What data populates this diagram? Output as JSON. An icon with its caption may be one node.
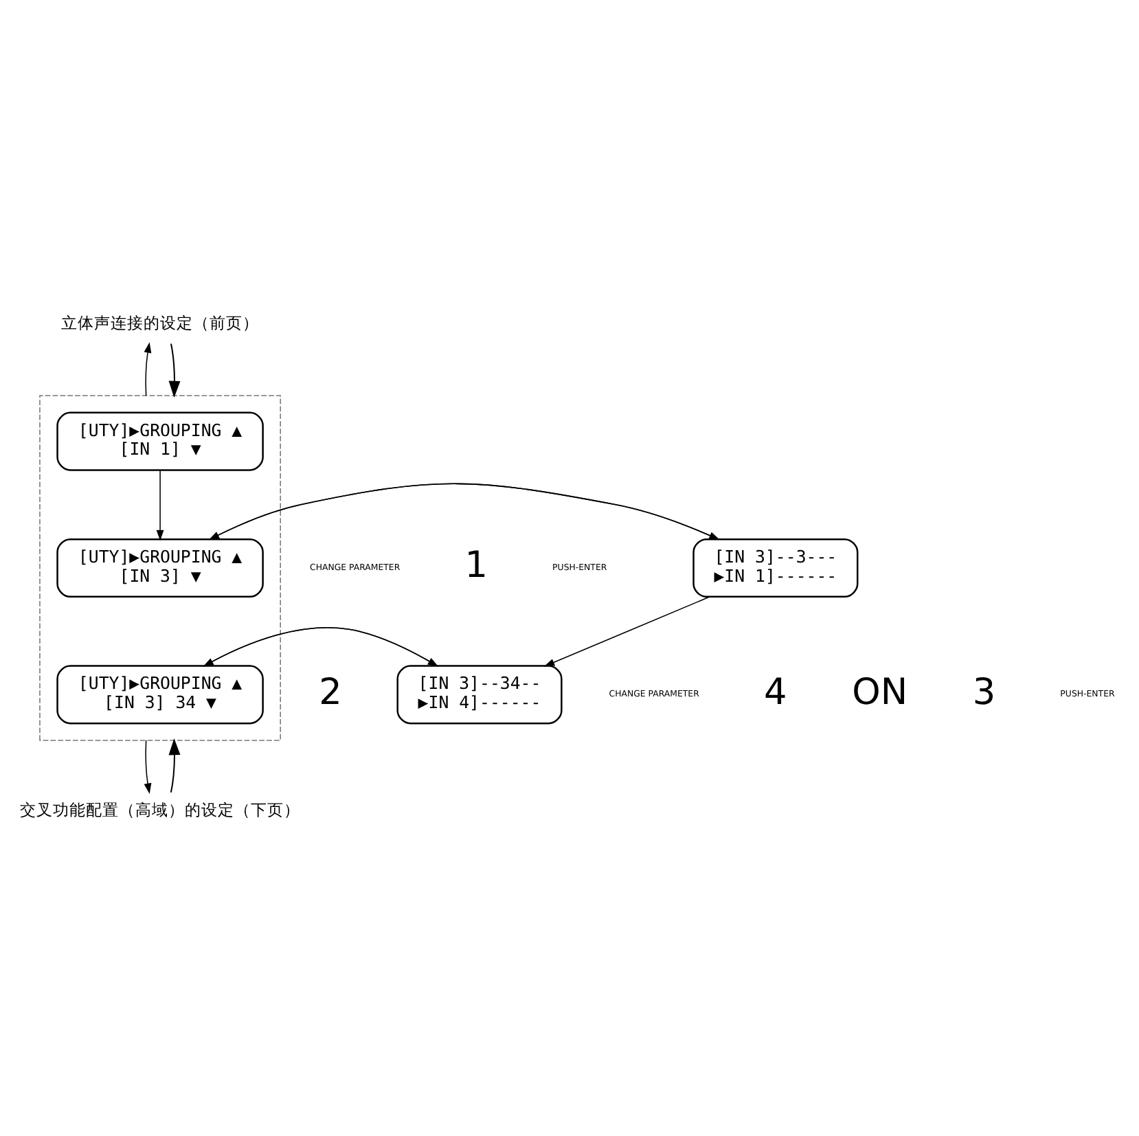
{
  "diagram": {
    "nodes": [
      {
        "text": [
          "立体声连接的设定（前页）"
        ]
      },
      {
        "text": [],
        "shape": "box"
      },
      {
        "text": [
          "[UTY]▶GROUPING ▲",
          "[IN 1] ▼"
        ],
        "in": 1
      },
      {
        "text": [
          "[UTY]▶GROUPING ▲",
          "[IN 3] ▼"
        ],
        "in": 1
      },
      {
        "text": [
          "[UTY]▶GROUPING ▲",
          "[IN 3] 34 ▼"
        ],
        "in": 1
      },
      {
        "text": [
          "[IN 3]--3---",
          "▶IN 1]------"
        ]
      },
      {
        "text": [
          "[IN 3]--34--",
          "▶IN 4]------"
        ]
      },
      {
        "text": [
          "交叉功能配置（高域）的设定（下页）"
        ]
      }
    ],
    "edges": [
      {
        "from": 0,
        "to": 1,
        "arrow": "to"
      },
      {
        "from": 1,
        "to": 0,
        "arrow": "to"
      },
      {
        "from": 2,
        "to": 3,
        "arrow": "to"
      },
      {
        "from": 3,
        "to": 5,
        "arrow": "to"
      },
      {
        "from": 5,
        "to": 3,
        "arrow": "to"
      },
      {
        "from": 5,
        "to": 6,
        "arrow": "to"
      },
      {
        "from": 4,
        "to": 6,
        "arrow": "to"
      },
      {
        "from": 6,
        "to": 4,
        "arrow": "to"
      },
      {
        "from": 1,
        "to": 7,
        "arrow": "to"
      },
      {
        "from": 7,
        "to": 1,
        "arrow": "to"
      }
    ],
    "labels": [
      "CHANGE PARAMETER",
      "1",
      "PUSH-ENTER",
      "2",
      "CHANGE PARAMETER",
      "4",
      "ON",
      "3",
      "PUSH-ENTER"
    ]
  }
}
